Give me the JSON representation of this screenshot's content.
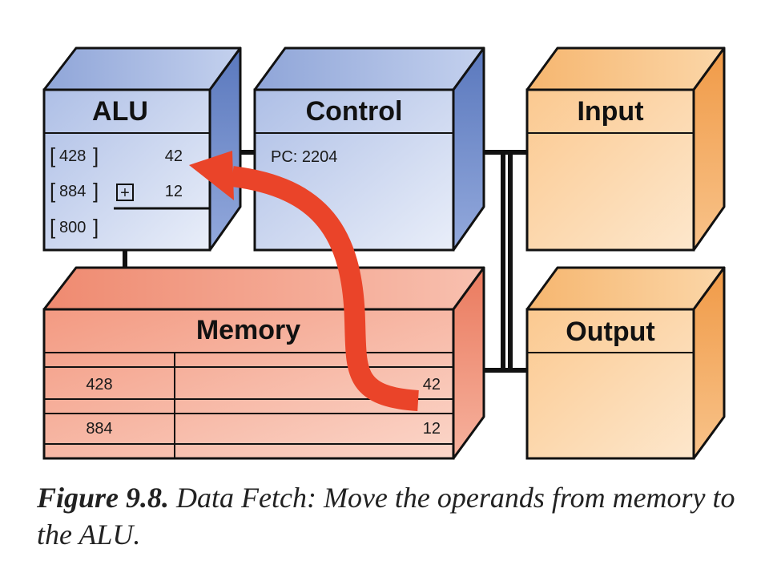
{
  "alu": {
    "title": "ALU",
    "rows": [
      {
        "address": "428",
        "value": "42"
      },
      {
        "address": "884",
        "value": "12"
      },
      {
        "address": "800",
        "value": ""
      }
    ],
    "operator_symbol": "+"
  },
  "control": {
    "title": "Control",
    "pc_text": "PC: 2204"
  },
  "input": {
    "title": "Input"
  },
  "output": {
    "title": "Output"
  },
  "memory": {
    "title": "Memory",
    "rows": [
      {
        "address": "428",
        "value": "42"
      },
      {
        "address": "884",
        "value": "12"
      }
    ]
  },
  "caption": {
    "label": "Figure 9.8.",
    "text": "Data Fetch: Move the operands from memory to the ALU."
  },
  "colors": {
    "blue_front": "#c6d3ee",
    "blue_top": "#a9bbe3",
    "blue_side": "#6d88c6",
    "orange_front": "#fcd5a8",
    "orange_top": "#f9c58a",
    "orange_side": "#f2a55a",
    "salmon_front": "#f7b3a0",
    "salmon_top": "#f39a86",
    "salmon_side": "#ee8a72",
    "arrow": "#ea4429"
  }
}
